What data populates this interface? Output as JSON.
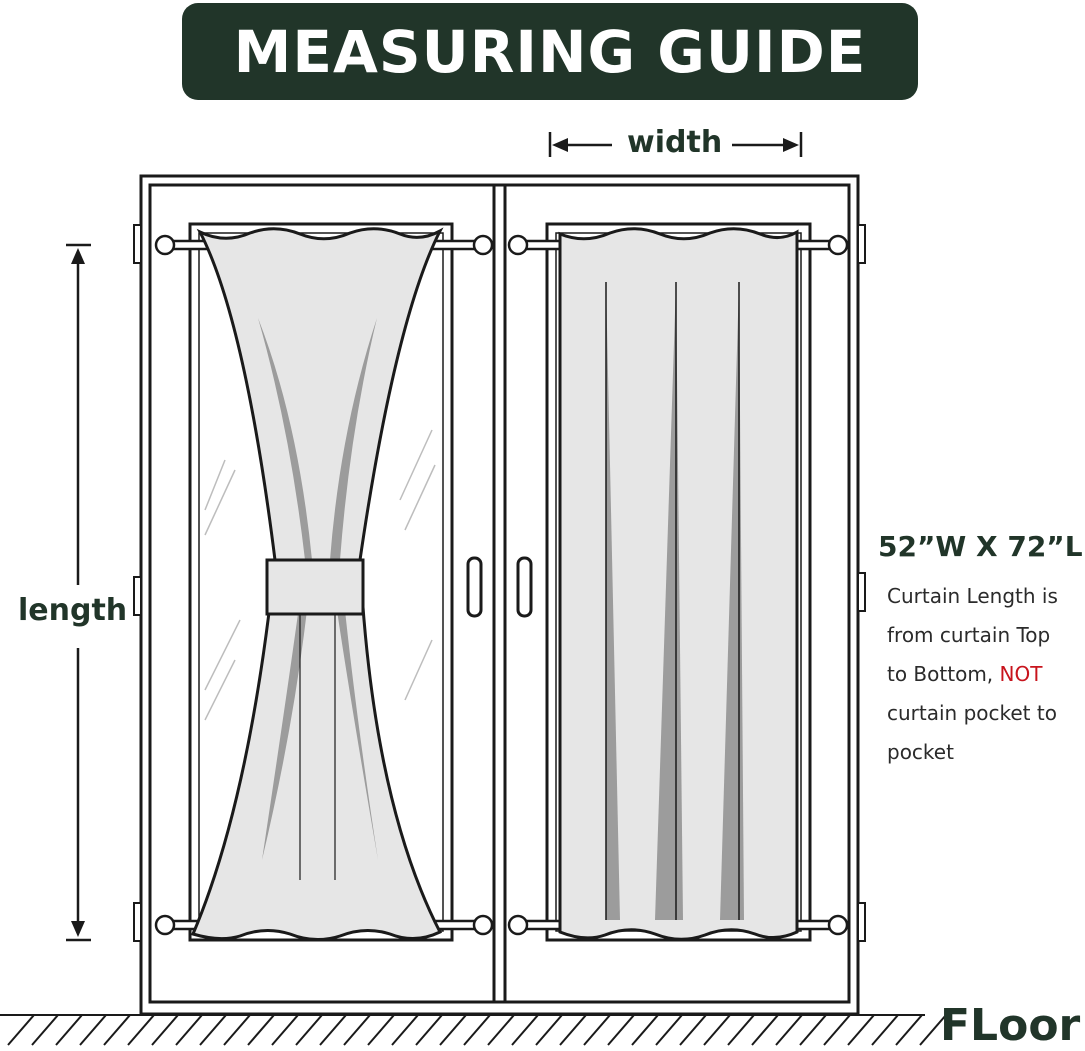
{
  "title": "MEASURING GUIDE",
  "labels": {
    "width": "width",
    "length": "length",
    "floor": "FLoor",
    "size": "52”W X 72”L"
  },
  "note": {
    "line1": "Curtain Length is",
    "line2": "from curtain Top",
    "line3_pre": "to Bottom, ",
    "line3_emph": "NOT",
    "line4": "curtain pocket to",
    "line5": "pocket"
  },
  "colors": {
    "brand": "#213529",
    "label": "#213529",
    "emphasis": "#c8141d",
    "curtain": "#e6e6e6",
    "fold_shade": "#9c9c9c",
    "outline": "#1a1a1a"
  }
}
